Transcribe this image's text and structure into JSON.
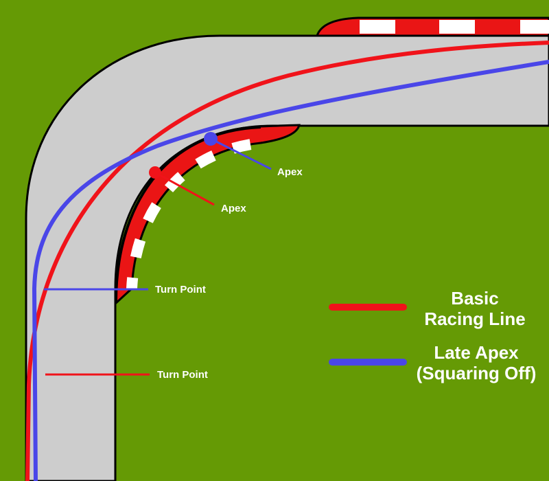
{
  "colors": {
    "grass": "#659a05",
    "track": "#cdcdcd",
    "edge": "#000000",
    "red_line": "#f0131a",
    "blue_line": "#4a46e8",
    "curb_red": "#ea1515",
    "curb_white": "#ffffff",
    "text": "#ffffff"
  },
  "labels": {
    "apex_basic": "Apex",
    "apex_late": "Apex",
    "turn_point_late": "Turn Point",
    "turn_point_basic": "Turn Point"
  },
  "legend": {
    "basic": {
      "line1": "Basic",
      "line2": "Racing Line",
      "color": "#f0131a"
    },
    "late": {
      "line1": "Late Apex",
      "line2": "(Squaring Off)",
      "color": "#4a46e8"
    }
  }
}
